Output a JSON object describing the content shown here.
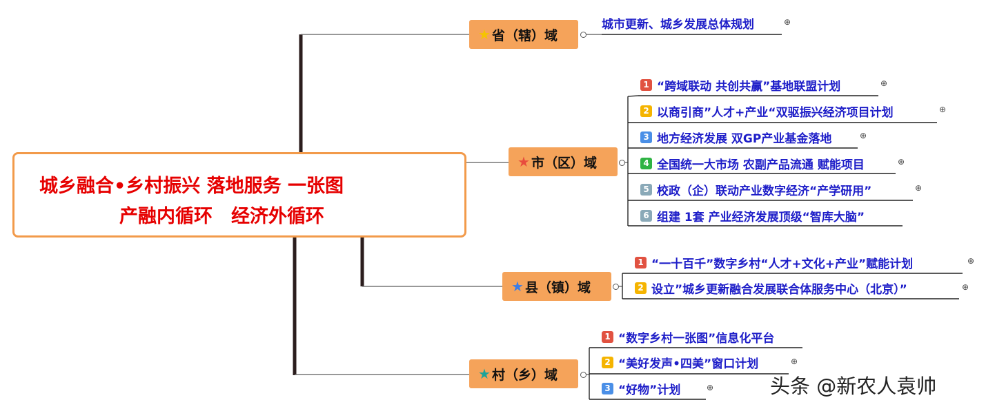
{
  "root": {
    "line1": "城乡融合•乡村振兴 落地服务 一张图",
    "line2": "产融内循环　经济外循环"
  },
  "branches": [
    {
      "label": "省（辖）域",
      "star_color": "#f5c400",
      "items": [
        {
          "num": "",
          "text": "城市更新、城乡发展总体规划"
        }
      ]
    },
    {
      "label": "市（区）域",
      "star_color": "#e84c3d",
      "items": [
        {
          "num": "1",
          "color": "#e15241",
          "text": "“跨域联动 共创共赢”基地联盟计划"
        },
        {
          "num": "2",
          "color": "#f5b400",
          "text": "以商引商”人才+产业“双驱振兴经济项目计划"
        },
        {
          "num": "3",
          "color": "#4a8fe7",
          "text": "地方经济发展 双GP产业基金落地"
        },
        {
          "num": "4",
          "color": "#2fb344",
          "text": "全国统一大市场 农副产品流通 赋能项目"
        },
        {
          "num": "5",
          "color": "#8aa9b8",
          "text": "校政（企）联动产业数字经济“产学研用”"
        },
        {
          "num": "6",
          "color": "#8aa9b8",
          "text": "组建 1套 产业经济发展顶级“智库大脑”"
        }
      ]
    },
    {
      "label": "县（镇）域",
      "star_color": "#3b7de8",
      "items": [
        {
          "num": "1",
          "color": "#e15241",
          "text": "“一十百千”数字乡村“人才+文化+产业”赋能计划"
        },
        {
          "num": "2",
          "color": "#f5b400",
          "text": "设立”城乡更新融合发展联合体服务中心（北京）”"
        }
      ]
    },
    {
      "label": "村（乡）域",
      "star_color": "#1aa39a",
      "items": [
        {
          "num": "1",
          "color": "#e15241",
          "text": "“数字乡村一张图”信息化平台"
        },
        {
          "num": "2",
          "color": "#f5b400",
          "text": "“美好发声•四美”窗口计划"
        },
        {
          "num": "3",
          "color": "#4a8fe7",
          "text": "“好物”计划"
        }
      ]
    }
  ],
  "icons": {
    "star": "star-icon",
    "expand": "plus-circle-icon",
    "collapse": "collapse-circle-icon"
  },
  "colors": {
    "branch_fill": "#f5a35a",
    "root_border": "#f29a4a",
    "root_text": "#e60000",
    "leaf_text": "#1d1dc8",
    "trunk": "#2b1d1d"
  },
  "watermark": "头条 @新农人袁帅"
}
